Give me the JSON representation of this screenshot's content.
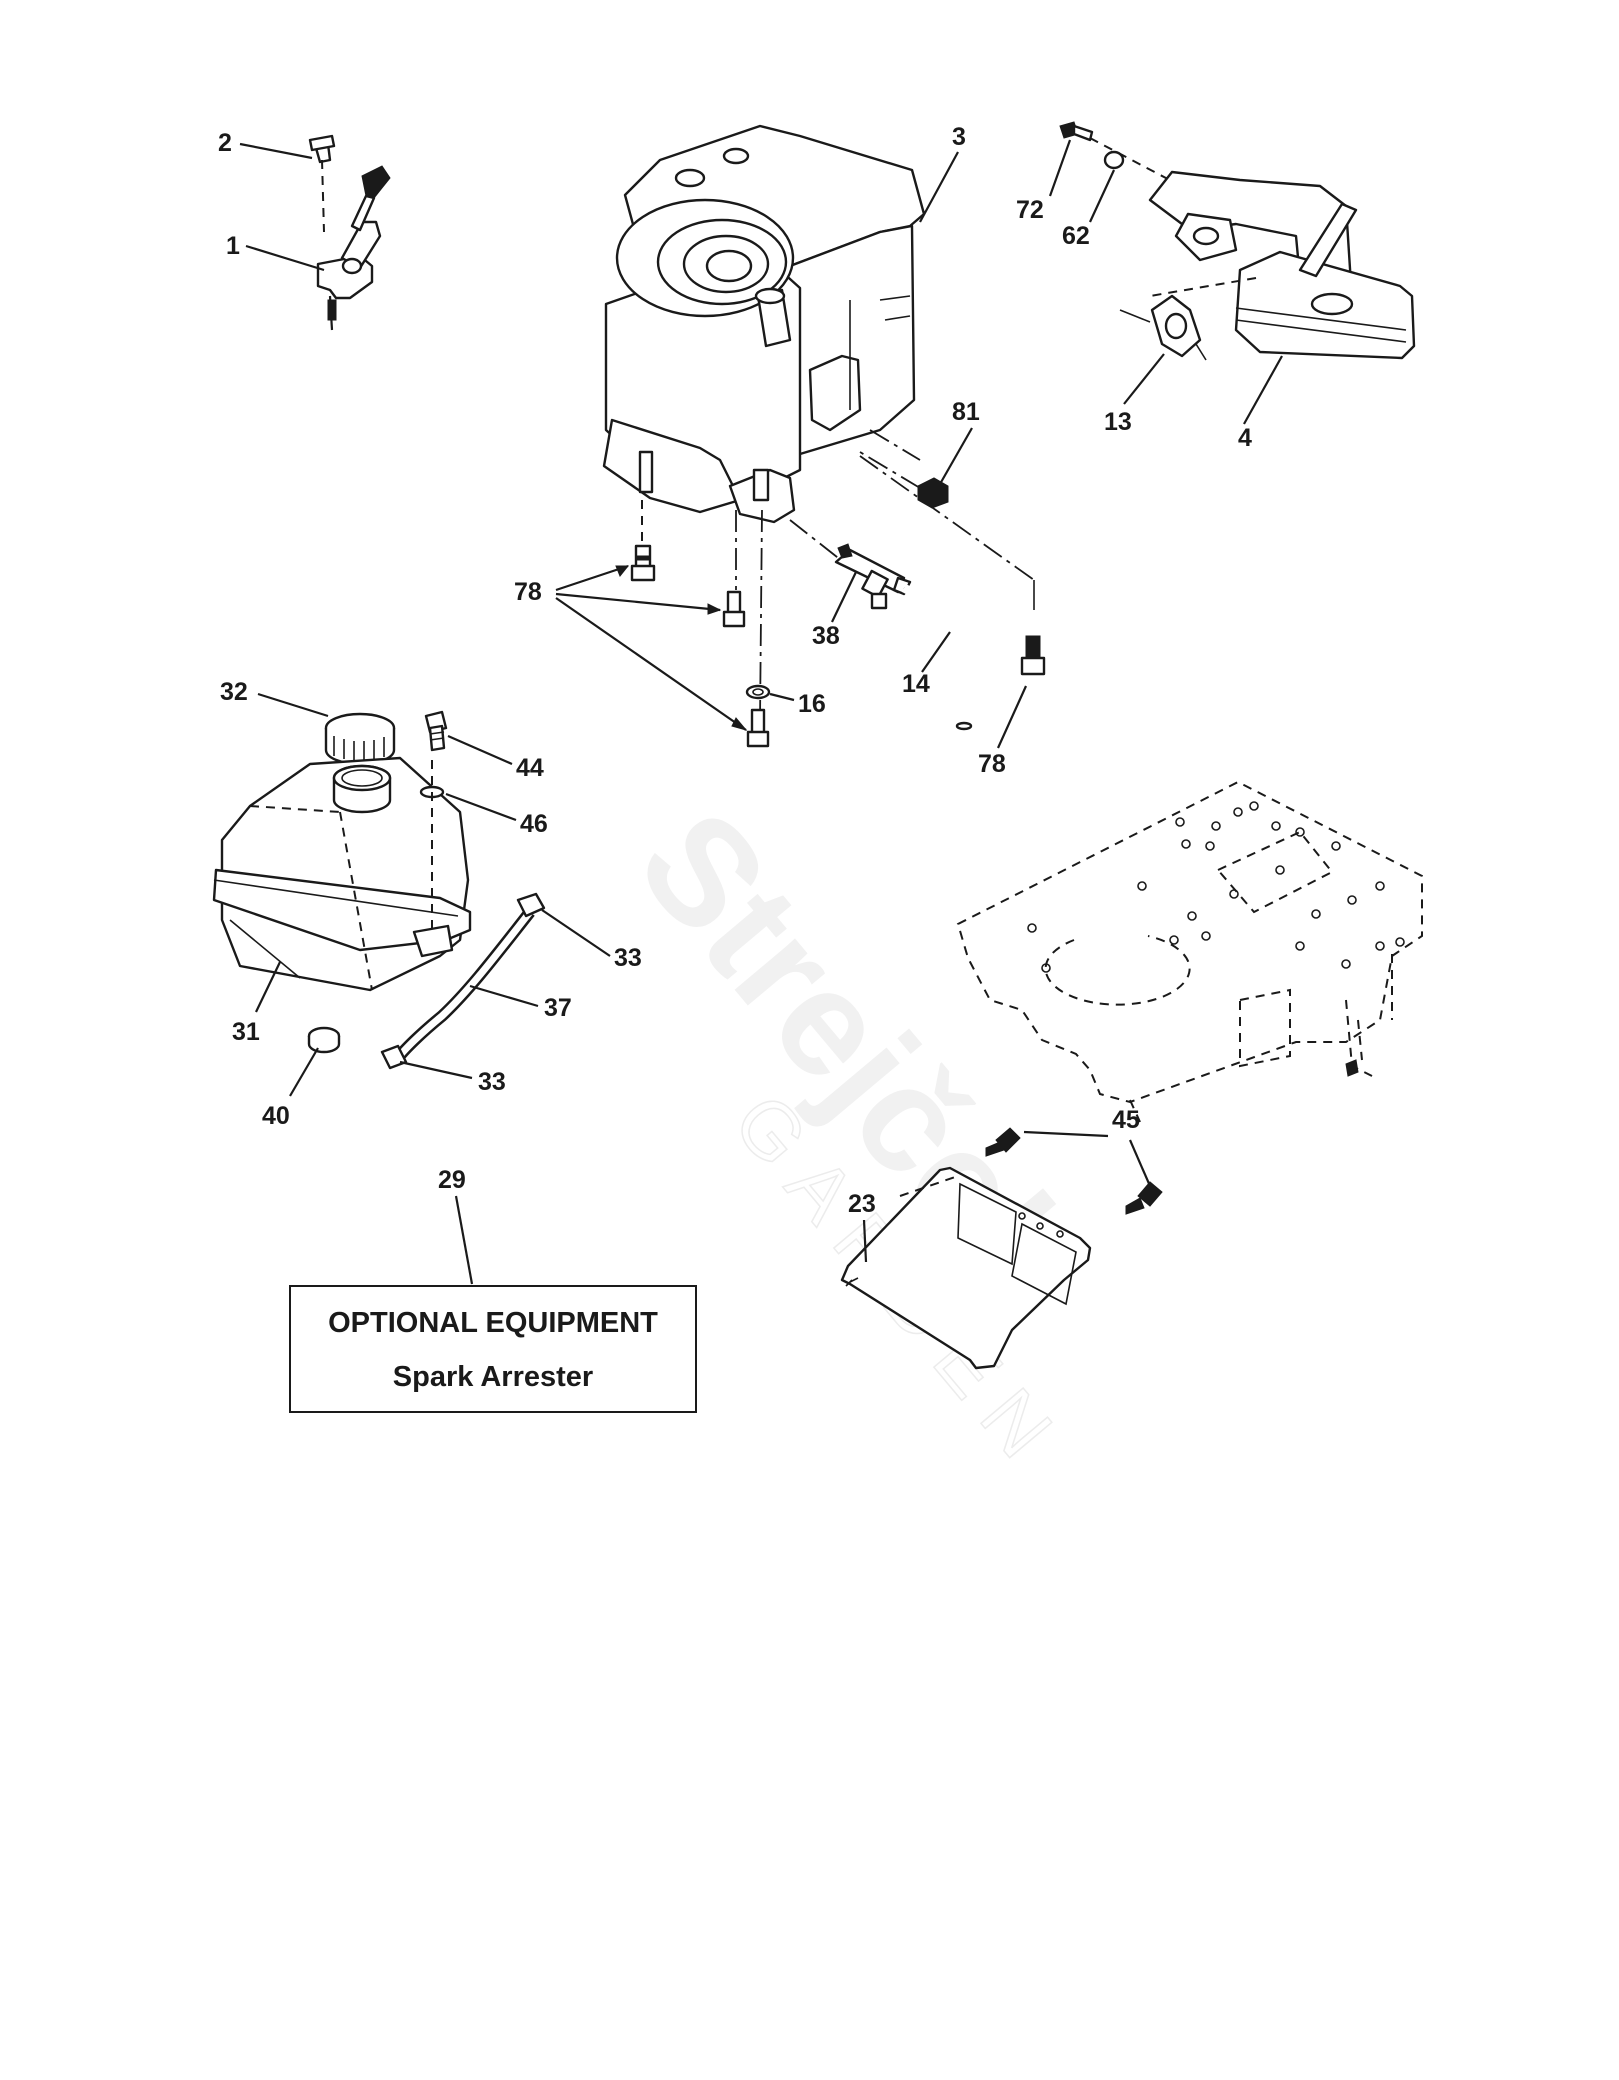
{
  "watermark": {
    "brand": "Strejček",
    "sub": "GARDEN"
  },
  "callouts": {
    "c1": "1",
    "c2": "2",
    "c3": "3",
    "c4": "4",
    "c13": "13",
    "c14": "14",
    "c16": "16",
    "c23": "23",
    "c29": "29",
    "c31": "31",
    "c32": "32",
    "c33a": "33",
    "c33b": "33",
    "c37": "37",
    "c38": "38",
    "c40": "40",
    "c44": "44",
    "c45": "45",
    "c46": "46",
    "c62": "62",
    "c72": "72",
    "c78a": "78",
    "c78b": "78",
    "c81": "81"
  },
  "optional_box": {
    "title": "OPTIONAL EQUIPMENT",
    "subtitle": "Spark Arrester"
  }
}
